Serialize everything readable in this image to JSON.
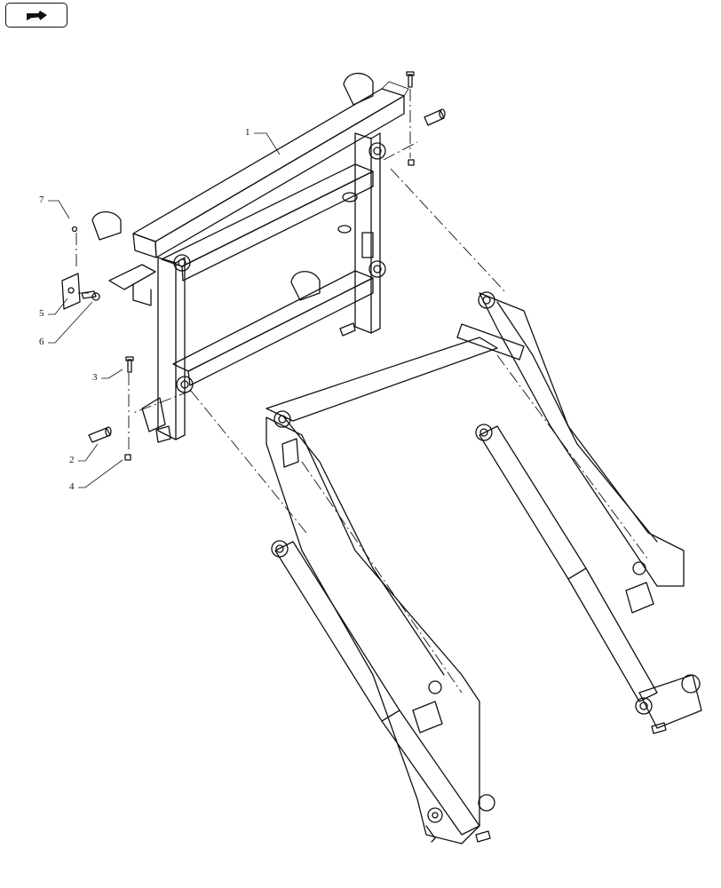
{
  "toolbar": {
    "nav_button": {
      "icon": "hand-pointer-icon"
    }
  },
  "callouts": [
    "1",
    "2",
    "3",
    "4",
    "5",
    "6",
    "7"
  ],
  "colors": {
    "line": "#111111",
    "background": "#ffffff"
  }
}
